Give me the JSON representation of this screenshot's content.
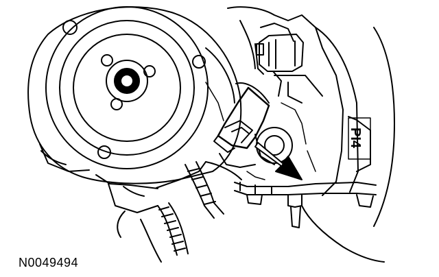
{
  "figure": {
    "id_label": "N0049494",
    "engine_stamp": "PI4",
    "line_color": "#000000",
    "background": "#ffffff",
    "callout": "arrow-pointer"
  }
}
